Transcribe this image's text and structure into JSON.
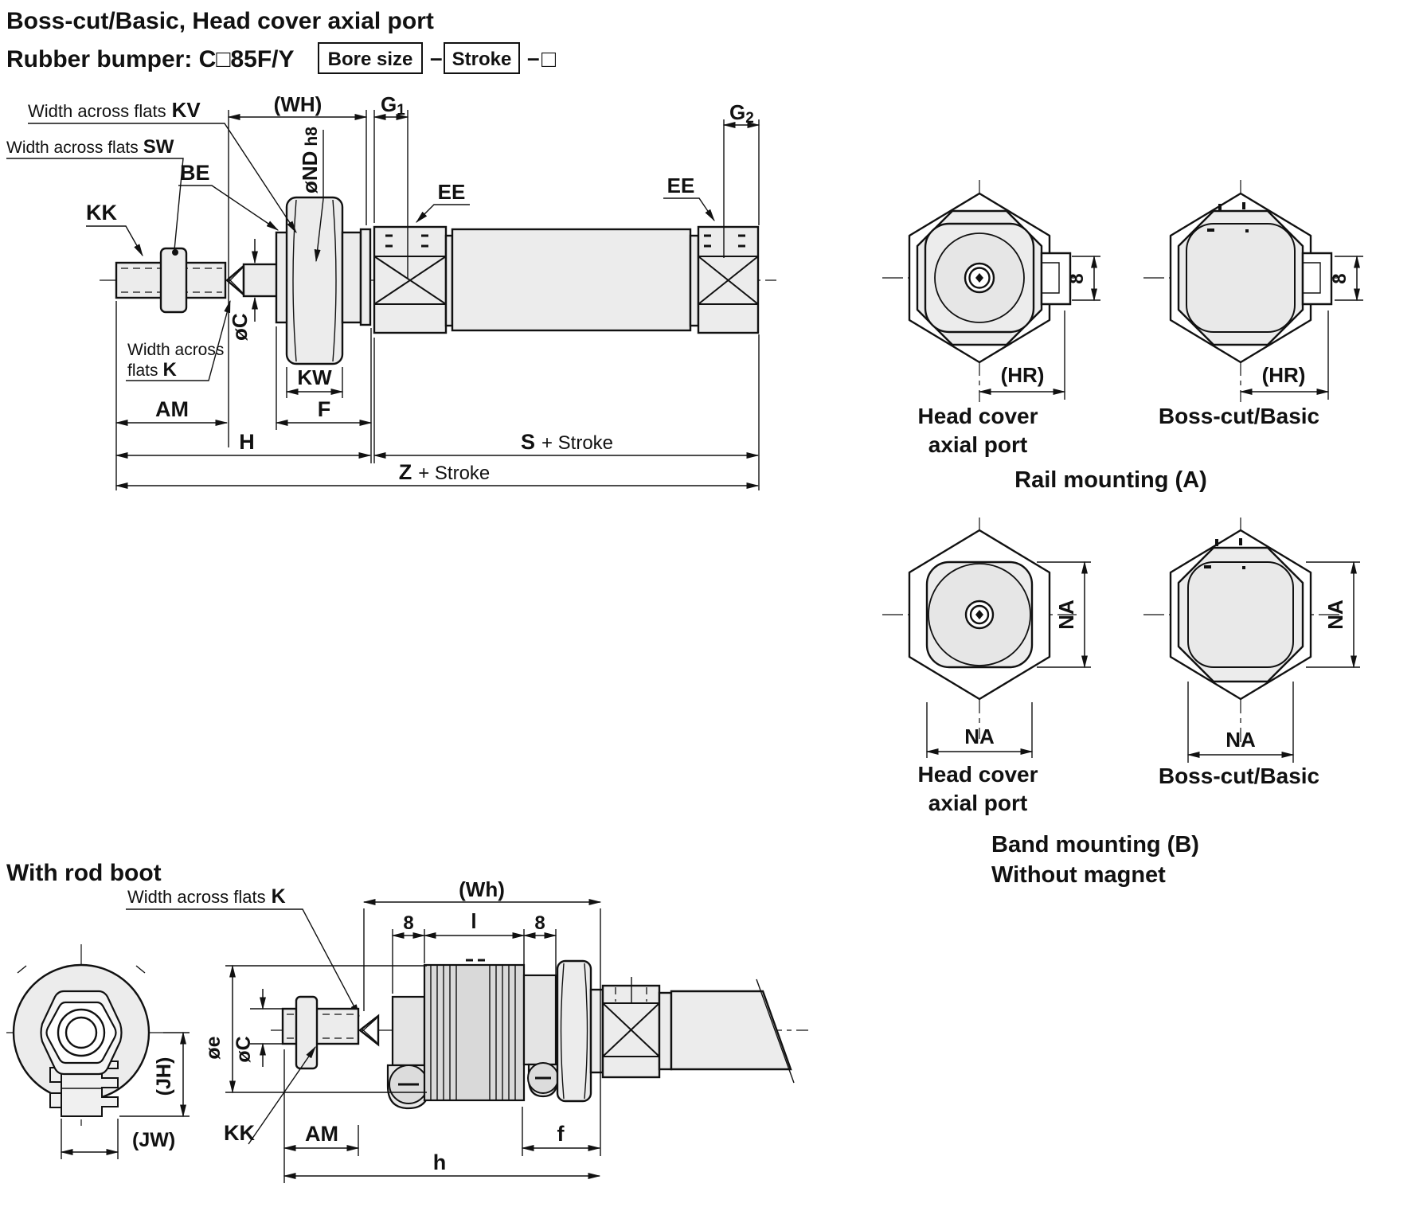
{
  "title": {
    "line1": "Boss-cut/Basic, Head cover axial port",
    "line2_prefix": "Rubber bumper: C□85F/Y",
    "bore_box_label": "Bore size",
    "separator": "–",
    "stroke_box_label": "Stroke",
    "suffix_square": "□"
  },
  "shared": {
    "width_across_flats": "Width across flats",
    "width_across": "Width across",
    "flats": "flats"
  },
  "main_view": {
    "dims": {
      "wh": "(WH)",
      "g": "G",
      "g1_sub": "1",
      "g2_sub": "2",
      "kv": "KV",
      "sw": "SW",
      "kk": "KK",
      "be": "BE",
      "nd": "øND",
      "nd_tol": "h8",
      "ee": "EE",
      "k": "K",
      "oc": "øC",
      "kw": "KW",
      "am": "AM",
      "f": "F",
      "h": "H",
      "s": "S",
      "z": "Z",
      "plus_stroke": "+ Stroke"
    }
  },
  "rail_mounting": {
    "heading": "Rail mounting (A)",
    "head_cover_line1": "Head cover",
    "head_cover_line2": "axial port",
    "boss_cut_label": "Boss-cut/Basic",
    "dim_8": "8",
    "dim_hr": "(HR)"
  },
  "band_mounting": {
    "heading_line1": "Band mounting (B)",
    "heading_line2": "Without magnet",
    "head_cover_line1": "Head cover",
    "head_cover_line2": "axial port",
    "boss_cut_label": "Boss-cut/Basic",
    "dim_na": "NA"
  },
  "rod_boot": {
    "heading": "With rod boot",
    "dims": {
      "wh": "(Wh)",
      "eight": "8",
      "l": "l",
      "oe": "øe",
      "oc": "øC",
      "jh": "(JH)",
      "jw": "(JW)",
      "kk": "KK",
      "am": "AM",
      "f": "f",
      "h": "h",
      "k": "K"
    }
  }
}
